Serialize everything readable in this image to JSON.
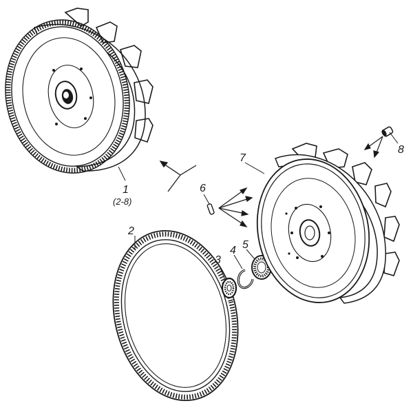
{
  "callouts": {
    "p1": "1",
    "p1_sub": "(2-8)",
    "p2": "2",
    "p3": "3",
    "p4": "4",
    "p5": "5",
    "p6": "6",
    "p7": "7",
    "p8": "8"
  },
  "colors": {
    "ink": "#1a1a1a",
    "paper": "#ffffff"
  }
}
